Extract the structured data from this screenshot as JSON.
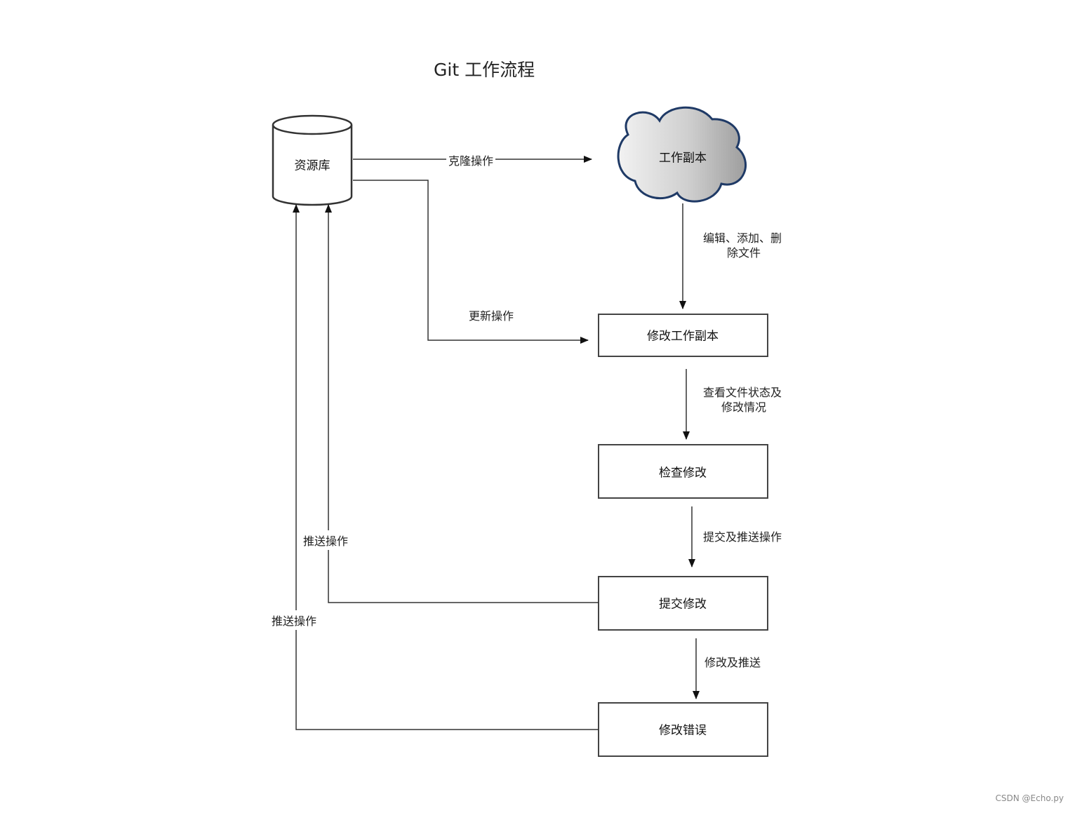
{
  "title": "Git 工作流程",
  "nodes": {
    "repo": "资源库",
    "working_copy": "工作副本",
    "modify_copy": "修改工作副本",
    "check": "检查修改",
    "commit": "提交修改",
    "fix": "修改错误"
  },
  "edges": {
    "clone": "克隆操作",
    "update": "更新操作",
    "edit_line1": "编辑、添加、删",
    "edit_line2": "除文件",
    "status_line1": "查看文件状态及",
    "status_line2": "修改情况",
    "commit_push": "提交及推送操作",
    "modify_push": "修改及推送",
    "push_a": "推送操作",
    "push_b": "推送操作"
  },
  "watermark": "CSDN @Echo.py"
}
